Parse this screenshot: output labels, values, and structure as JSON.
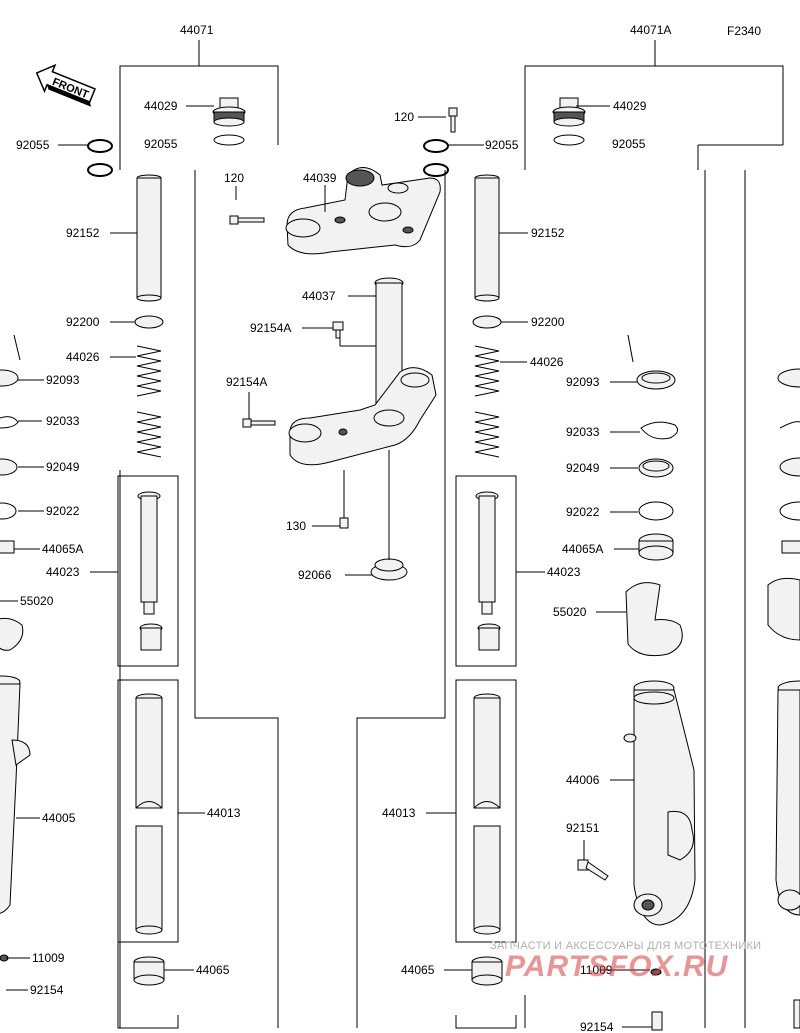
{
  "figure_code": "F2340",
  "front_label": "FRONT",
  "callouts": {
    "c44071": "44071",
    "c44071A": "44071A",
    "c44029_l": "44029",
    "c44029_r": "44029",
    "c92055_l": "92055",
    "c92055_l2": "92055",
    "c92055_r": "92055",
    "c92055_r2": "92055",
    "c120_a": "120",
    "c120_b": "120",
    "c44039": "44039",
    "c92152_l": "92152",
    "c92152_r": "92152",
    "c44037": "44037",
    "c92200_l": "92200",
    "c92200_r": "92200",
    "c92154A_a": "92154A",
    "c92154A_b": "92154A",
    "c44026_l": "44026",
    "c44026_r": "44026",
    "c92093_l": "92093",
    "c92093_r": "92093",
    "c92033_l": "92033",
    "c92033_r": "92033",
    "c92049_l": "92049",
    "c92049_r": "92049",
    "c92022_l": "92022",
    "c92022_r": "92022",
    "c130": "130",
    "c44065A_l": "44065A",
    "c44065A_r": "44065A",
    "c44023_l": "44023",
    "c44023_r": "44023",
    "c92066": "92066",
    "c55020_l": "55020",
    "c55020_r": "55020",
    "c44006": "44006",
    "c44005": "44005",
    "c44013_l": "44013",
    "c44013_r": "44013",
    "c92151": "92151",
    "c11009_l": "11009",
    "c11009_r": "11009",
    "c44065_l": "44065",
    "c44065_r": "44065",
    "c92154_l": "92154",
    "c92154_r": "92154"
  },
  "watermark": {
    "tagline": "ЗАПЧАСТИ И АКСЕССУАРЫ ДЛЯ МОТОТЕХНИКИ",
    "logo": "PARTSFOX.RU"
  }
}
